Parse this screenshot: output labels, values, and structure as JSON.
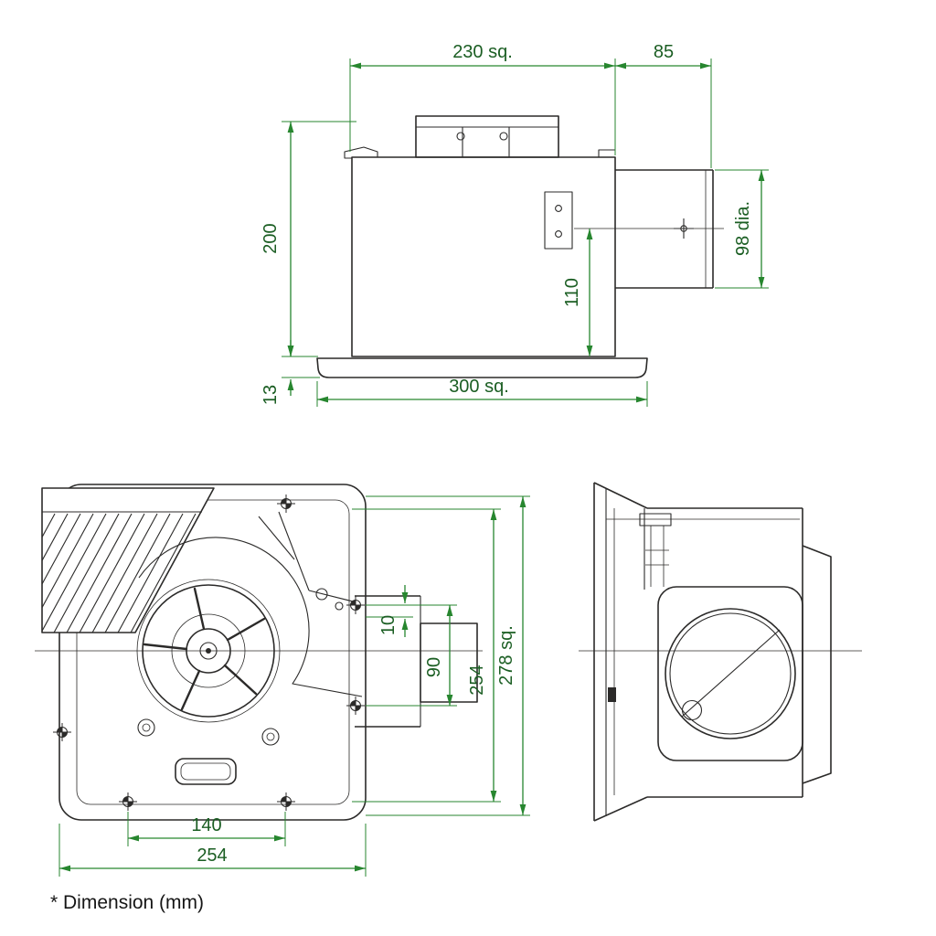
{
  "page": {
    "background": "#ffffff",
    "footer_note": "* Dimension (mm)"
  },
  "drawing": {
    "colors": {
      "line": "#2b2a29",
      "dimension_line": "#27862f",
      "dimension_text": "#1b5e23"
    },
    "side_view": {
      "dim_top_width": "230 sq.",
      "dim_duct_length": "85",
      "dim_height": "200",
      "dim_duct_diameter": "98 dia.",
      "dim_duct_center_height": "110",
      "dim_flange_thickness": "13",
      "dim_flange_width": "300 sq."
    },
    "plan_view": {
      "dim_overall_square": "278 sq.",
      "dim_body_depth": "254",
      "dim_duct_hole_pitch": "90",
      "dim_hole_offset": "10",
      "dim_mount_hole_pitch": "140",
      "dim_body_width": "254"
    }
  }
}
